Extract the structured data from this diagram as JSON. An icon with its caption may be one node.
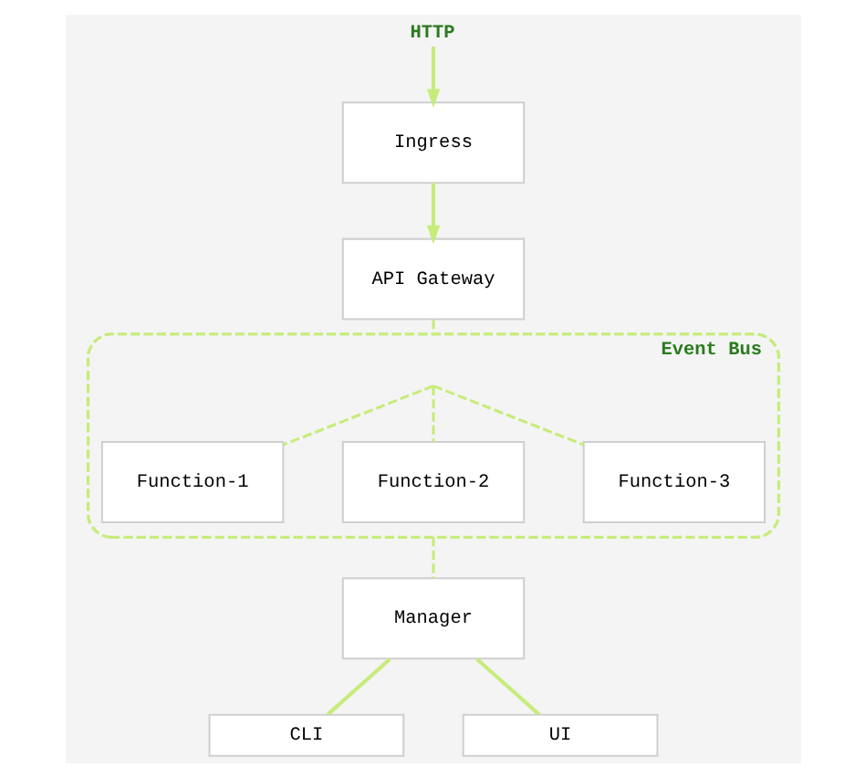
{
  "diagram": {
    "nodes": [
      {
        "text": [
          "HTTP"
        ]
      },
      {
        "text": [
          "Ingress"
        ]
      },
      {
        "text": [
          "API Gateway"
        ]
      },
      {
        "text": [
          "Event Bus"
        ]
      },
      {
        "text": [
          "Function-1"
        ],
        "in": 3
      },
      {
        "text": [
          "Function-2"
        ],
        "in": 3
      },
      {
        "text": [
          "Function-3"
        ],
        "in": 3
      },
      {
        "text": [
          "Manager"
        ]
      },
      {
        "text": [
          "CLI"
        ]
      },
      {
        "text": [
          "UI"
        ]
      }
    ],
    "edges": [
      {
        "from": 0,
        "to": 1,
        "arrow": "to"
      },
      {
        "from": 1,
        "to": 2,
        "arrow": "to"
      },
      {
        "from": 2,
        "to": 3,
        "arrow": "none",
        "style": "dashed"
      },
      {
        "from": 3,
        "to": 4,
        "arrow": "none",
        "style": "dashed"
      },
      {
        "from": 3,
        "to": 5,
        "arrow": "none",
        "style": "dashed"
      },
      {
        "from": 3,
        "to": 6,
        "arrow": "none",
        "style": "dashed"
      },
      {
        "from": 3,
        "to": 7,
        "arrow": "none",
        "style": "dashed"
      },
      {
        "from": 7,
        "to": 8,
        "arrow": "none"
      },
      {
        "from": 7,
        "to": 9,
        "arrow": "none"
      }
    ]
  }
}
